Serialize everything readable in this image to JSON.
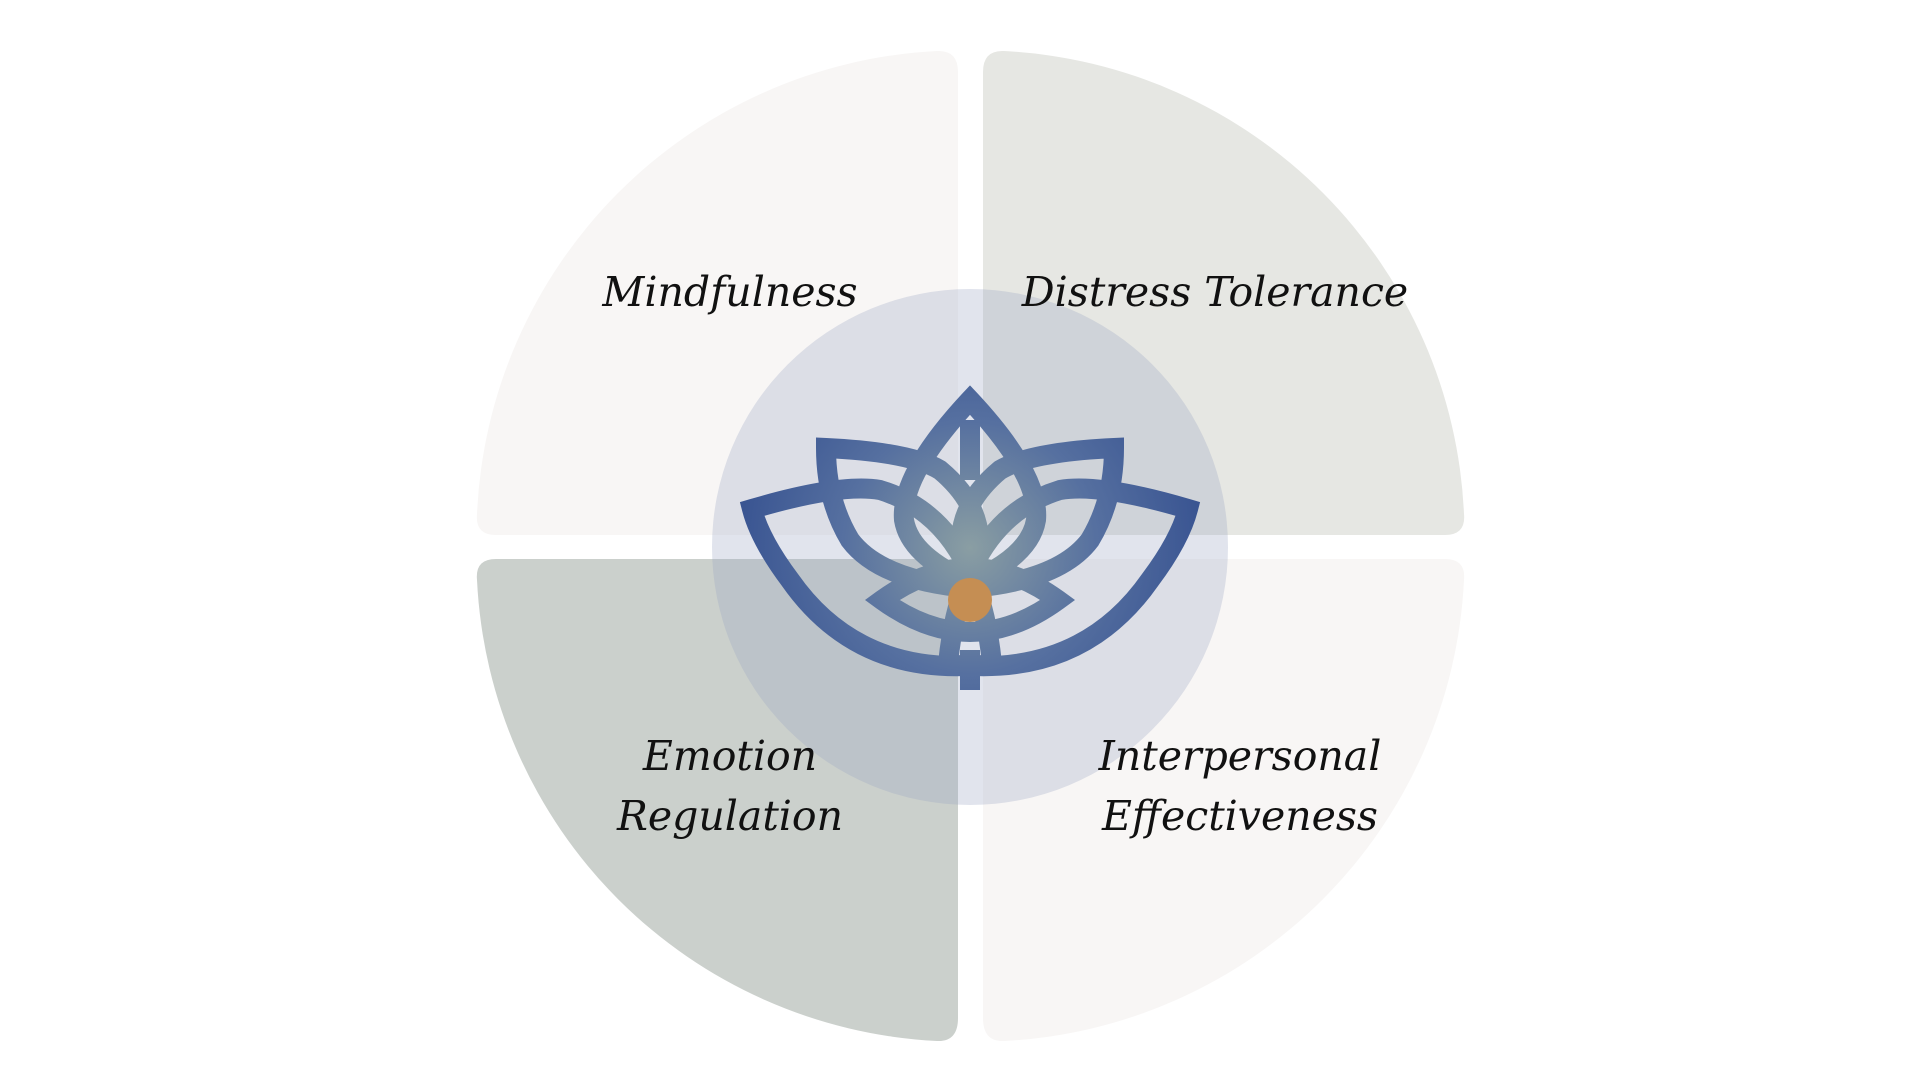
{
  "quadrants": [
    {
      "id": "top-left",
      "lines": [
        "Mindfulness"
      ],
      "fill": "#F8F6F5"
    },
    {
      "id": "top-right",
      "lines": [
        "Distress Tolerance"
      ],
      "fill": "#E6E7E3"
    },
    {
      "id": "bottom-left",
      "lines": [
        "Emotion",
        "Regulation"
      ],
      "fill": "#CBD0CC"
    },
    {
      "id": "bottom-right",
      "lines": [
        "Interpersonal",
        "Effectiveness"
      ],
      "fill": "#F8F6F5"
    }
  ],
  "center": {
    "icon": "lotus-eye-icon",
    "halo_color": "#9AA4C3",
    "lotus_color": "#3A5592",
    "lotus_highlight": "#8A9EA3",
    "eye_pupil_color": "#C58E53"
  }
}
